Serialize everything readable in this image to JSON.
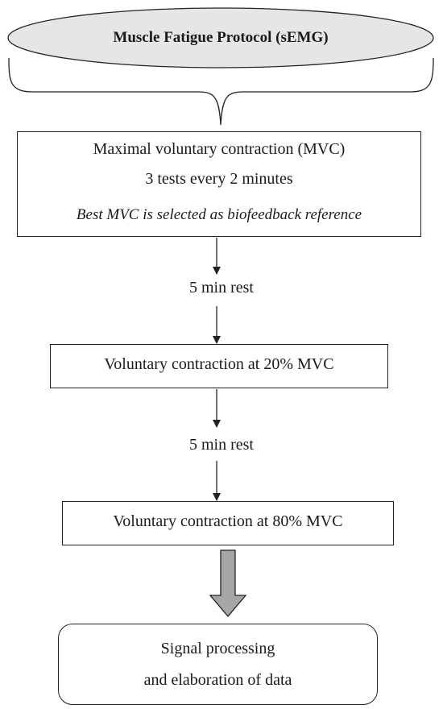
{
  "title": "Muscle Fatigue Protocol (sEMG)",
  "step1": {
    "line1": "Maximal voluntary contraction (MVC)",
    "line2": "3 tests every 2 minutes",
    "line3": "Best MVC is selected as biofeedback reference"
  },
  "rest1": "5 min rest",
  "step2": {
    "label": "Voluntary contraction at 20% MVC"
  },
  "rest2": "5 min rest",
  "step3": {
    "label": "Voluntary contraction at 80% MVC"
  },
  "step4": {
    "line1": "Signal processing",
    "line2": "and elaboration of data"
  },
  "colors": {
    "ellipse_fill": "#e6e6e6",
    "block_arrow_fill": "#a6a6a6",
    "stroke": "#222222"
  }
}
